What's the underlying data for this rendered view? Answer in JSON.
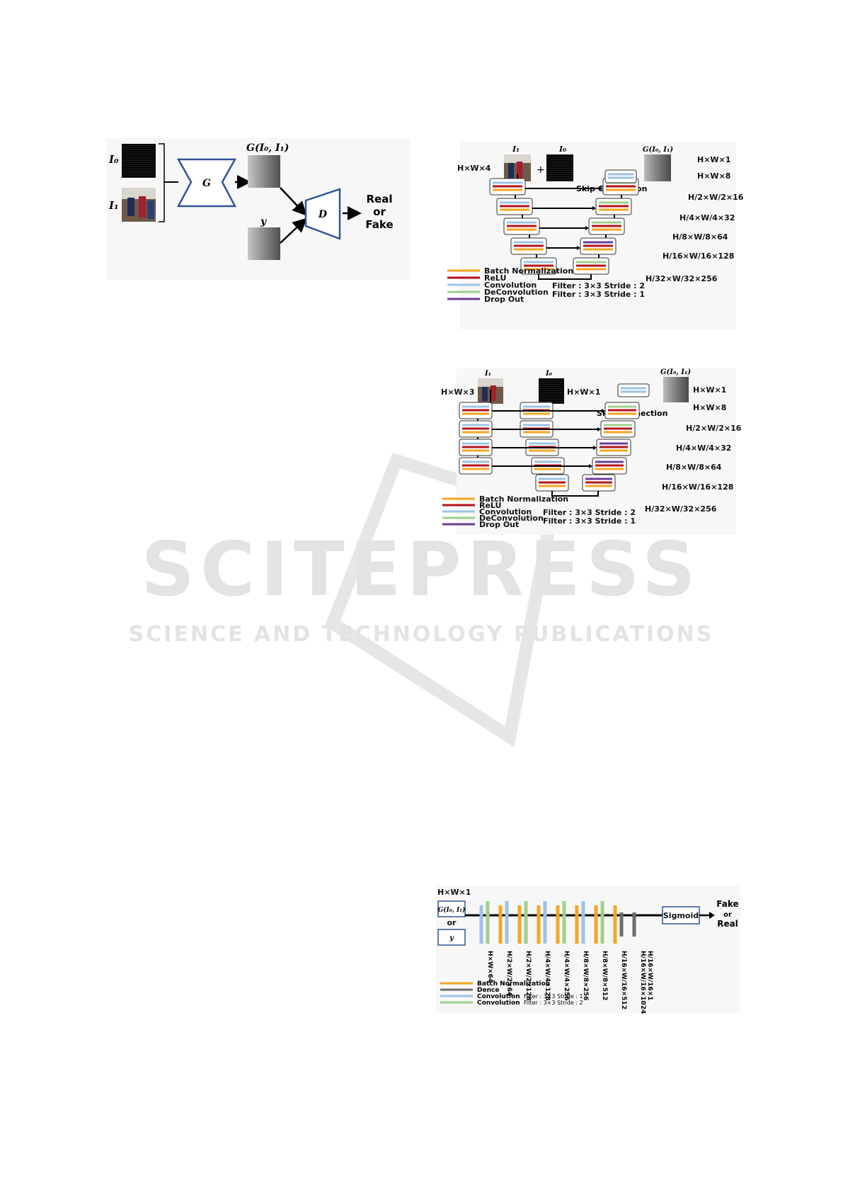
{
  "colors": {
    "batch_norm": "#f5a623",
    "relu": "#b3141e",
    "convolution": "#9cc3e6",
    "deconvolution": "#9fd08a",
    "dropout": "#6a3d9a",
    "dense": "#6b6b6b",
    "block_blue": "#2f5597"
  },
  "fig1": {
    "I0": "I₀",
    "I1": "I₁",
    "G": "G",
    "G_out": "G(I₀, I₁)",
    "y": "y",
    "D": "D",
    "out_real": "Real",
    "out_or": "or",
    "out_fake": "Fake"
  },
  "fig2": {
    "I1": "I₁",
    "plus": "+",
    "I0": "I₀",
    "G_out": "G(I₀, I₁)",
    "in_shape": "H×W×4",
    "skip": "Skip Connection",
    "shapes": [
      "H×W×1",
      "H×W×8",
      "H/2×W/2×16",
      "H/4×W/4×32",
      "H/8×W/8×64",
      "H/16×W/16×128",
      "H/32×W/32×256"
    ],
    "legend": [
      "Batch Normalization",
      "ReLU",
      "Convolution",
      "DeConvolution",
      "Drop Out"
    ],
    "filter1": "Filter : 3×3 Stride : 2",
    "filter2": "Filter : 3×3 Stride : 1"
  },
  "fig3": {
    "I1": "I₁",
    "I0": "I₀",
    "G_out": "G(I₀, I₁)",
    "in_shape_1": "H×W×3",
    "in_shape_0": "H×W×1",
    "skip": "Skip Connection",
    "shapes": [
      "H×W×1",
      "H×W×8",
      "H/2×W/2×16",
      "H/4×W/4×32",
      "H/8×W/8×64",
      "H/16×W/16×128",
      "H/32×W/32×256"
    ],
    "legend": [
      "Batch Normalization",
      "ReLU",
      "Convolution",
      "DeConvolution",
      "Drop Out"
    ],
    "filter1": "Filter : 3×3 Stride : 2",
    "filter2": "Filter : 3×3 Stride : 1"
  },
  "watermark": {
    "line1": "SCITEPRESS",
    "line2": "SCIENCE AND TECHNOLOGY PUBLICATIONS"
  },
  "fig4": {
    "in_shape": "H×W×1",
    "G_out": "G(I₀, I₁)",
    "or": "or",
    "y": "y",
    "layers": [
      "H×W×64",
      "H/2×W/2×64",
      "H/2×W/2×128",
      "H/4×W/4×128",
      "H/4×W/4×256",
      "H/8×W/8×256",
      "H/8×W/8×512",
      "H/16×W/16×512",
      "H/16×W/16×1024",
      "H/16×W/16×1"
    ],
    "sigmoid": "Sigmoid",
    "out_fake": "Fake",
    "out_or": "or",
    "out_real": "Real",
    "legend": [
      "Batch Normalization",
      "Dence",
      "Convolution",
      "Convolution"
    ],
    "legend_filters": [
      "Filter : 3×3 Stride : 1",
      "Filter : 3×3 Stride : 2"
    ]
  }
}
